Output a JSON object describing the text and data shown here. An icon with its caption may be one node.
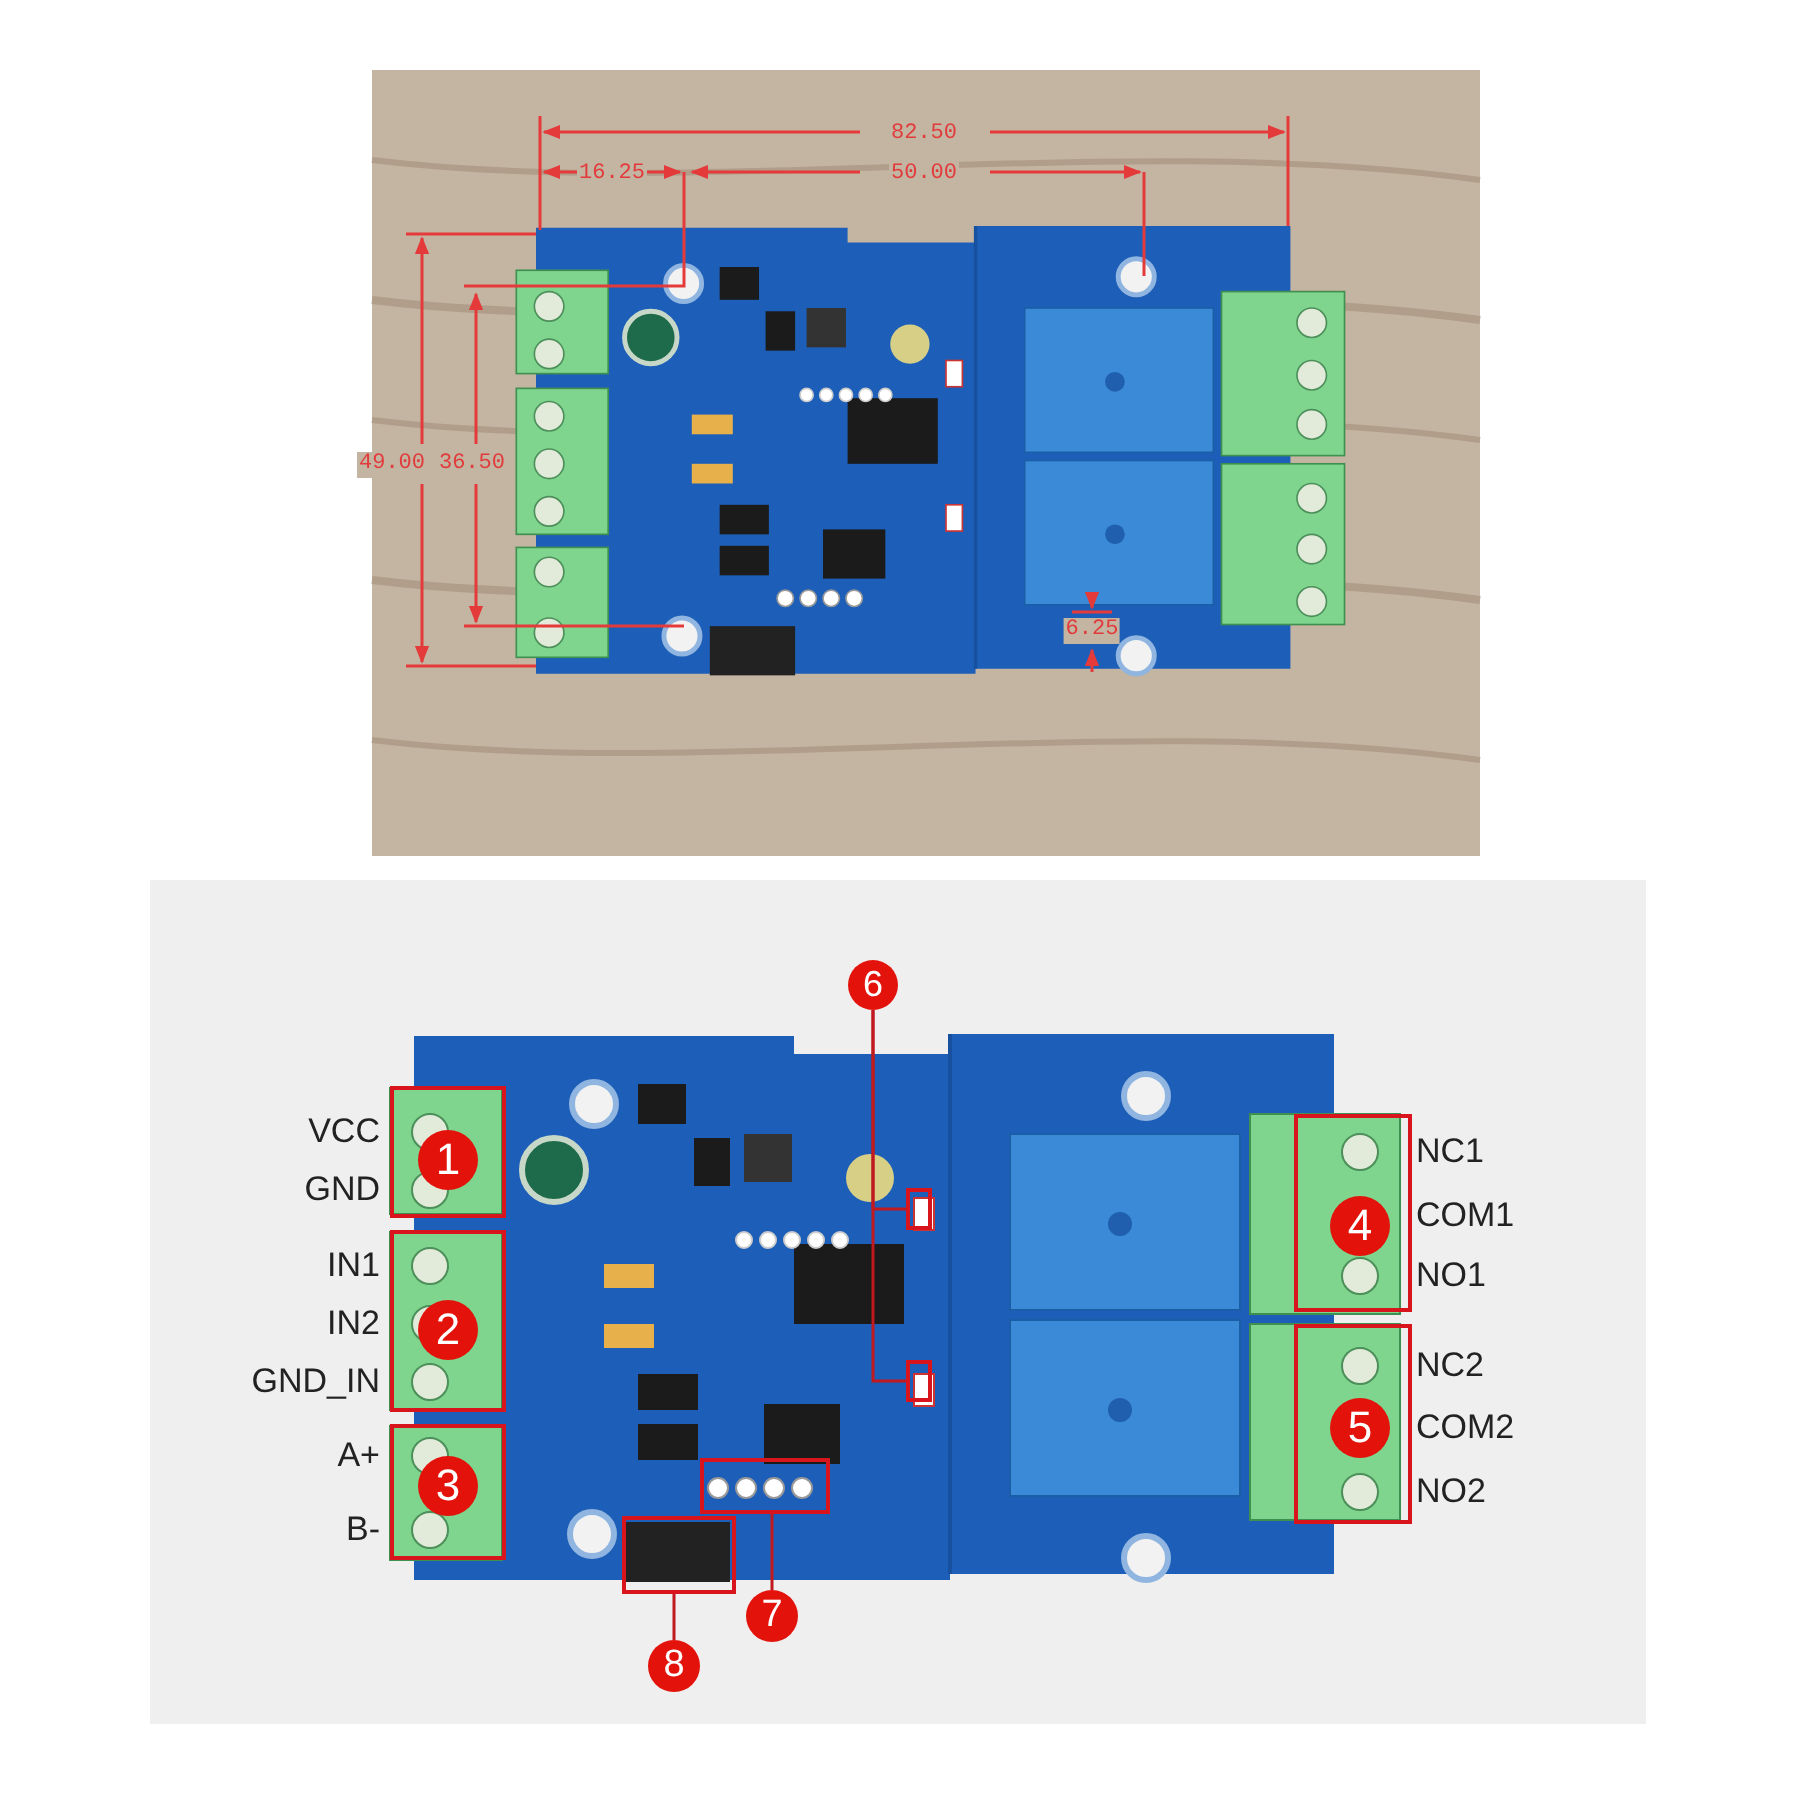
{
  "diagram": {
    "nodes": [
      {
        "text": [],
        "shape": "box"
      },
      {
        "text": [
          "1"
        ],
        "in": 0
      },
      {
        "text": [],
        "shape": "box"
      },
      {
        "text": [
          "2"
        ],
        "in": 2
      },
      {
        "text": [],
        "shape": "box"
      },
      {
        "text": [
          "3"
        ],
        "in": 4
      },
      {
        "text": [],
        "shape": "box"
      },
      {
        "text": [
          "4"
        ],
        "in": 6
      },
      {
        "text": [],
        "shape": "box"
      },
      {
        "text": [
          "5"
        ],
        "in": 8
      },
      {
        "text": [
          "6"
        ]
      },
      {
        "text": [],
        "shape": "box"
      },
      {
        "text": [],
        "shape": "box"
      },
      {
        "text": [],
        "shape": "box"
      },
      {
        "text": [
          "7"
        ]
      },
      {
        "text": [],
        "shape": "box"
      },
      {
        "text": [
          "8"
        ]
      }
    ],
    "edges": [
      {
        "from": 10,
        "to": 11,
        "arrow": "none"
      },
      {
        "from": 10,
        "to": 12,
        "arrow": "none"
      },
      {
        "from": 14,
        "to": 13,
        "arrow": "none"
      },
      {
        "from": 16,
        "to": 15,
        "arrow": "none"
      }
    ],
    "labels": [
      "82.50",
      "16.25",
      "50.00",
      "49.00",
      "36.50",
      "6.25",
      "VCC",
      "GND",
      "IN1",
      "IN2",
      "GND_IN",
      "A+",
      "B-",
      "NC1",
      "COM1",
      "NO1",
      "NC2",
      "COM2",
      "NO2"
    ]
  }
}
